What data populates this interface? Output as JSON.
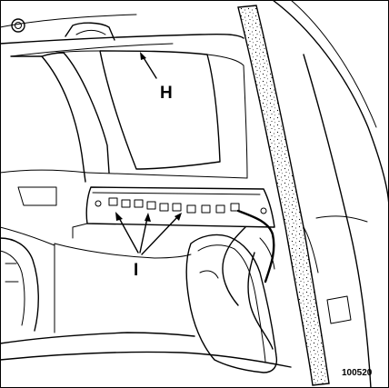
{
  "labels": {
    "callout_h": "H",
    "callout_i": "I",
    "reference_code": "100520"
  },
  "colors": {
    "ink": "#000000",
    "paper": "#ffffff"
  }
}
